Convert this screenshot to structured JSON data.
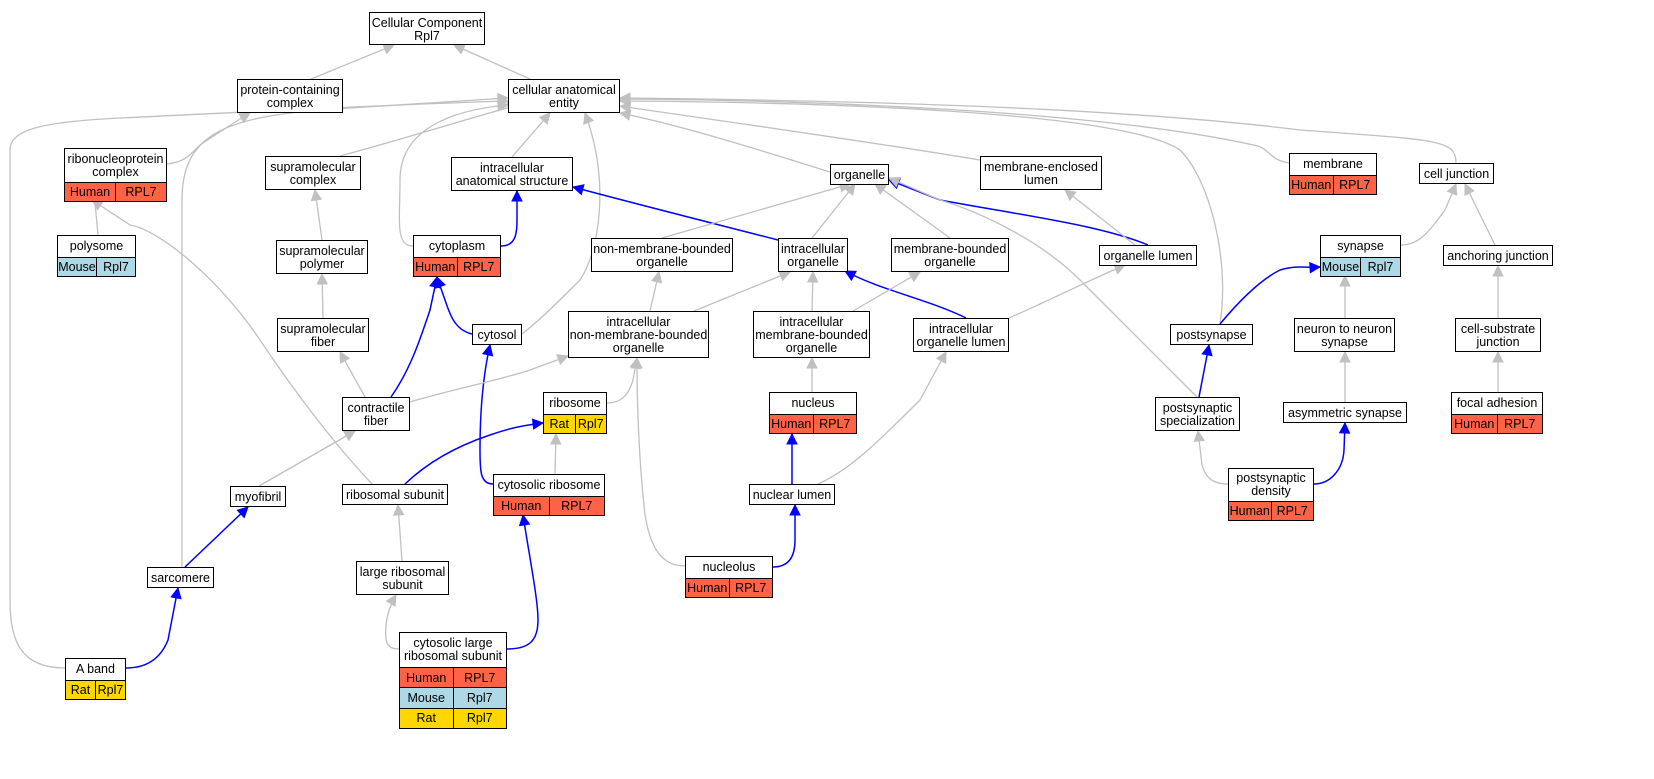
{
  "diagram": {
    "colors": {
      "is_a_edge": "#c0c0c0",
      "part_of_edge": "#0000ff",
      "Human": "#ff6347",
      "Mouse": "#add8e6",
      "Rat": "#ffd700"
    },
    "nodes": [
      {
        "id": "root",
        "label": "Cellular Component\nRpl7",
        "ann": []
      },
      {
        "id": "pcc",
        "label": "protein-containing\ncomplex",
        "ann": []
      },
      {
        "id": "cae",
        "label": "cellular anatomical\nentity",
        "ann": []
      },
      {
        "id": "rnp",
        "label": "ribonucleoprotein\ncomplex",
        "ann": [
          [
            "Human",
            "RPL7"
          ]
        ]
      },
      {
        "id": "smc",
        "label": "supramolecular\ncomplex",
        "ann": []
      },
      {
        "id": "ias",
        "label": "intracellular\nanatomical structure",
        "ann": []
      },
      {
        "id": "organelle",
        "label": "organelle",
        "ann": []
      },
      {
        "id": "mel",
        "label": "membrane-enclosed\nlumen",
        "ann": []
      },
      {
        "id": "membrane",
        "label": "membrane",
        "ann": [
          [
            "Human",
            "RPL7"
          ]
        ]
      },
      {
        "id": "celljunction",
        "label": "cell junction",
        "ann": []
      },
      {
        "id": "polysome",
        "label": "polysome",
        "ann": [
          [
            "Mouse",
            "Rpl7"
          ]
        ]
      },
      {
        "id": "smpoly",
        "label": "supramolecular\npolymer",
        "ann": []
      },
      {
        "id": "cytoplasm",
        "label": "cytoplasm",
        "ann": [
          [
            "Human",
            "RPL7"
          ]
        ]
      },
      {
        "id": "nmbo",
        "label": "non-membrane-bounded\norganelle",
        "ann": []
      },
      {
        "id": "io",
        "label": "intracellular\norganelle",
        "ann": []
      },
      {
        "id": "mbo",
        "label": "membrane-bounded\norganelle",
        "ann": []
      },
      {
        "id": "ol",
        "label": "organelle lumen",
        "ann": []
      },
      {
        "id": "synapse",
        "label": "synapse",
        "ann": [
          [
            "Mouse",
            "Rpl7"
          ]
        ]
      },
      {
        "id": "aj",
        "label": "anchoring junction",
        "ann": []
      },
      {
        "id": "smfiber",
        "label": "supramolecular\nfiber",
        "ann": []
      },
      {
        "id": "cytosol",
        "label": "cytosol",
        "ann": []
      },
      {
        "id": "inmbo",
        "label": "intracellular\nnon-membrane-bounded\norganelle",
        "ann": []
      },
      {
        "id": "imbo",
        "label": "intracellular\nmembrane-bounded\norganelle",
        "ann": []
      },
      {
        "id": "iol",
        "label": "intracellular\norganelle lumen",
        "ann": []
      },
      {
        "id": "postsynapse",
        "label": "postsynapse",
        "ann": []
      },
      {
        "id": "nns",
        "label": "neuron to neuron\nsynapse",
        "ann": []
      },
      {
        "id": "csj",
        "label": "cell-substrate\njunction",
        "ann": []
      },
      {
        "id": "cfiber",
        "label": "contractile\nfiber",
        "ann": []
      },
      {
        "id": "ribosome",
        "label": "ribosome",
        "ann": [
          [
            "Rat",
            "Rpl7"
          ]
        ]
      },
      {
        "id": "nucleus",
        "label": "nucleus",
        "ann": [
          [
            "Human",
            "RPL7"
          ]
        ]
      },
      {
        "id": "pss",
        "label": "postsynaptic\nspecialization",
        "ann": []
      },
      {
        "id": "asyn",
        "label": "asymmetric synapse",
        "ann": []
      },
      {
        "id": "fa",
        "label": "focal adhesion",
        "ann": [
          [
            "Human",
            "RPL7"
          ]
        ]
      },
      {
        "id": "myofibril",
        "label": "myofibril",
        "ann": []
      },
      {
        "id": "rsub",
        "label": "ribosomal subunit",
        "ann": []
      },
      {
        "id": "cribo",
        "label": "cytosolic ribosome",
        "ann": [
          [
            "Human",
            "RPL7"
          ]
        ]
      },
      {
        "id": "nlumen",
        "label": "nuclear lumen",
        "ann": []
      },
      {
        "id": "psd",
        "label": "postsynaptic\ndensity",
        "ann": [
          [
            "Human",
            "RPL7"
          ]
        ]
      },
      {
        "id": "sarcomere",
        "label": "sarcomere",
        "ann": []
      },
      {
        "id": "lrs",
        "label": "large ribosomal\nsubunit",
        "ann": []
      },
      {
        "id": "nucleolus",
        "label": "nucleolus",
        "ann": [
          [
            "Human",
            "RPL7"
          ]
        ]
      },
      {
        "id": "clrs",
        "label": "cytosolic large\nribosomal subunit",
        "ann": [
          [
            "Human",
            "RPL7"
          ],
          [
            "Mouse",
            "Rpl7"
          ],
          [
            "Rat",
            "Rpl7"
          ]
        ]
      },
      {
        "id": "aband",
        "label": "A band",
        "ann": [
          [
            "Rat",
            "Rpl7"
          ]
        ]
      }
    ],
    "edges": [
      {
        "from": "pcc",
        "to": "root",
        "rel": "is_a"
      },
      {
        "from": "cae",
        "to": "root",
        "rel": "is_a"
      },
      {
        "from": "rnp",
        "to": "pcc",
        "rel": "is_a"
      },
      {
        "from": "smc",
        "to": "cae",
        "rel": "is_a"
      },
      {
        "from": "ias",
        "to": "cae",
        "rel": "is_a"
      },
      {
        "from": "organelle",
        "to": "cae",
        "rel": "is_a"
      },
      {
        "from": "mel",
        "to": "cae",
        "rel": "is_a"
      },
      {
        "from": "membrane",
        "to": "cae",
        "rel": "is_a"
      },
      {
        "from": "celljunction",
        "to": "cae",
        "rel": "is_a"
      },
      {
        "from": "cytoplasm",
        "to": "cae",
        "rel": "is_a"
      },
      {
        "from": "cytosol",
        "to": "cae",
        "rel": "is_a"
      },
      {
        "from": "sarcomere",
        "to": "cae",
        "rel": "is_a"
      },
      {
        "from": "aband",
        "to": "cae",
        "rel": "is_a"
      },
      {
        "from": "postsynapse",
        "to": "cae",
        "rel": "is_a"
      },
      {
        "from": "polysome",
        "to": "rnp",
        "rel": "is_a"
      },
      {
        "from": "rsub",
        "to": "rnp",
        "rel": "is_a"
      },
      {
        "from": "smpoly",
        "to": "smc",
        "rel": "is_a"
      },
      {
        "from": "smfiber",
        "to": "smpoly",
        "rel": "is_a"
      },
      {
        "from": "cfiber",
        "to": "smfiber",
        "rel": "is_a"
      },
      {
        "from": "cytoplasm",
        "to": "ias",
        "rel": "part_of"
      },
      {
        "from": "io",
        "to": "ias",
        "rel": "part_of"
      },
      {
        "from": "nmbo",
        "to": "organelle",
        "rel": "is_a"
      },
      {
        "from": "io",
        "to": "organelle",
        "rel": "is_a"
      },
      {
        "from": "mbo",
        "to": "organelle",
        "rel": "is_a"
      },
      {
        "from": "ol",
        "to": "organelle",
        "rel": "part_of"
      },
      {
        "from": "pss",
        "to": "organelle",
        "rel": "is_a"
      },
      {
        "from": "ol",
        "to": "mel",
        "rel": "is_a"
      },
      {
        "from": "synapse",
        "to": "celljunction",
        "rel": "is_a"
      },
      {
        "from": "aj",
        "to": "celljunction",
        "rel": "is_a"
      },
      {
        "from": "cytosol",
        "to": "cytoplasm",
        "rel": "part_of"
      },
      {
        "from": "cfiber",
        "to": "cytoplasm",
        "rel": "part_of"
      },
      {
        "from": "inmbo",
        "to": "nmbo",
        "rel": "is_a"
      },
      {
        "from": "inmbo",
        "to": "io",
        "rel": "is_a"
      },
      {
        "from": "imbo",
        "to": "io",
        "rel": "is_a"
      },
      {
        "from": "iol",
        "to": "io",
        "rel": "part_of"
      },
      {
        "from": "imbo",
        "to": "mbo",
        "rel": "is_a"
      },
      {
        "from": "iol",
        "to": "ol",
        "rel": "is_a"
      },
      {
        "from": "postsynapse",
        "to": "synapse",
        "rel": "part_of"
      },
      {
        "from": "nns",
        "to": "synapse",
        "rel": "is_a"
      },
      {
        "from": "csj",
        "to": "aj",
        "rel": "is_a"
      },
      {
        "from": "cribo",
        "to": "cytosol",
        "rel": "part_of"
      },
      {
        "from": "cfiber",
        "to": "inmbo",
        "rel": "is_a"
      },
      {
        "from": "ribosome",
        "to": "inmbo",
        "rel": "is_a"
      },
      {
        "from": "nucleolus",
        "to": "inmbo",
        "rel": "is_a"
      },
      {
        "from": "nucleus",
        "to": "imbo",
        "rel": "is_a"
      },
      {
        "from": "nlumen",
        "to": "iol",
        "rel": "is_a"
      },
      {
        "from": "pss",
        "to": "postsynapse",
        "rel": "part_of"
      },
      {
        "from": "asyn",
        "to": "nns",
        "rel": "is_a"
      },
      {
        "from": "fa",
        "to": "csj",
        "rel": "is_a"
      },
      {
        "from": "myofibril",
        "to": "cfiber",
        "rel": "is_a"
      },
      {
        "from": "rsub",
        "to": "ribosome",
        "rel": "part_of"
      },
      {
        "from": "cribo",
        "to": "ribosome",
        "rel": "is_a"
      },
      {
        "from": "nlumen",
        "to": "nucleus",
        "rel": "part_of"
      },
      {
        "from": "psd",
        "to": "pss",
        "rel": "is_a"
      },
      {
        "from": "psd",
        "to": "asyn",
        "rel": "part_of"
      },
      {
        "from": "sarcomere",
        "to": "myofibril",
        "rel": "part_of"
      },
      {
        "from": "lrs",
        "to": "rsub",
        "rel": "is_a"
      },
      {
        "from": "clrs",
        "to": "cribo",
        "rel": "part_of"
      },
      {
        "from": "nucleolus",
        "to": "nlumen",
        "rel": "part_of"
      },
      {
        "from": "clrs",
        "to": "lrs",
        "rel": "is_a"
      },
      {
        "from": "aband",
        "to": "sarcomere",
        "rel": "part_of"
      }
    ]
  }
}
